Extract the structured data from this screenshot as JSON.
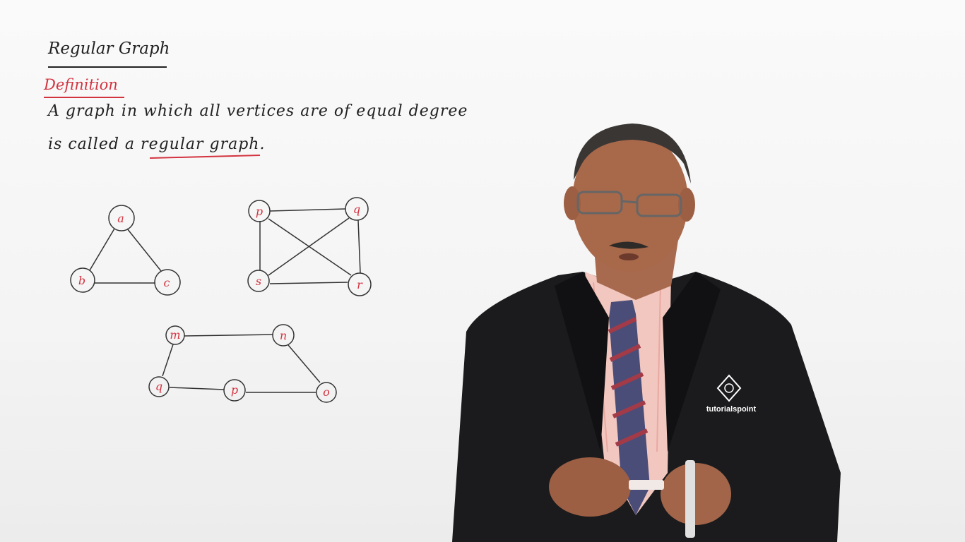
{
  "board": {
    "title": "Regular Graph",
    "definition_heading": "Definition",
    "definition_line1": "A graph in which all vertices are of equal degree",
    "definition_line2_prefix": "is called a ",
    "definition_line2_term": "regular graph."
  },
  "graphs": [
    {
      "id": "triangle",
      "vertices": [
        {
          "label": "a"
        },
        {
          "label": "b"
        },
        {
          "label": "c"
        }
      ]
    },
    {
      "id": "complete4",
      "vertices": [
        {
          "label": "p"
        },
        {
          "label": "q"
        },
        {
          "label": "r"
        },
        {
          "label": "s"
        }
      ]
    },
    {
      "id": "cycle5",
      "vertices": [
        {
          "label": "m"
        },
        {
          "label": "n"
        },
        {
          "label": "o"
        },
        {
          "label": "p"
        },
        {
          "label": "q"
        }
      ]
    }
  ],
  "logo": {
    "text": "tutorialspoint"
  },
  "colors": {
    "marker_red": "#d3333f",
    "marker_black": "#222222",
    "board": "#f6f6f6"
  }
}
